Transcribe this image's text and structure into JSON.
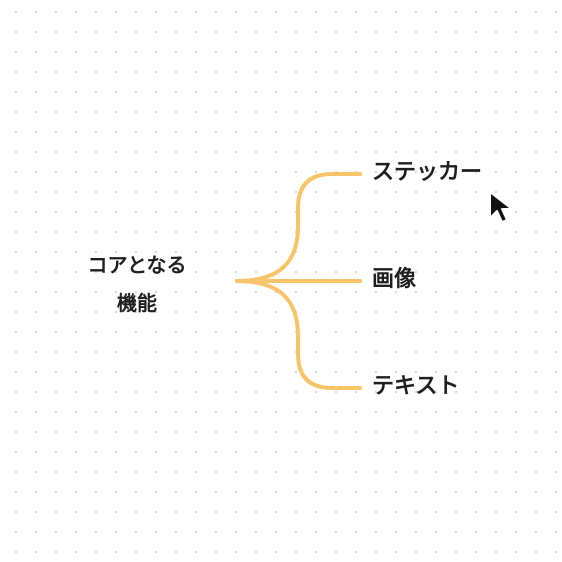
{
  "board": {
    "background": "#ffffff",
    "grid_dot_color": "#d9d9d9"
  },
  "mindmap": {
    "root": {
      "label": "コアとなる\n機能"
    },
    "branches": [
      {
        "label": "ステッカー"
      },
      {
        "label": "画像"
      },
      {
        "label": "テキスト"
      }
    ],
    "connector_color": "#f7c46a"
  },
  "pointer": {
    "icon": "mouse-pointer-icon"
  }
}
